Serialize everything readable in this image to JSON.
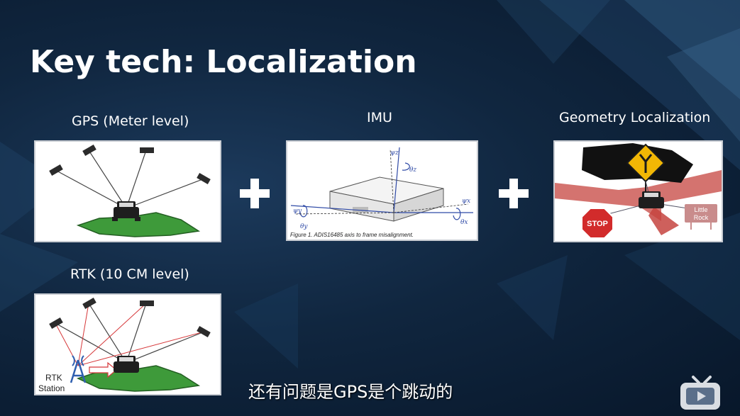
{
  "slide": {
    "title": "Key tech: Localization"
  },
  "panels": {
    "gps": {
      "label": "GPS (Meter level)"
    },
    "imu": {
      "label": "IMU",
      "caption": "Figure 1. ADIS16485 axis to frame misalignment.",
      "axes": {
        "z": "ψz",
        "gz": "θz",
        "y": "ψy",
        "gy": "θy",
        "x": "ψx",
        "gx": "θx"
      }
    },
    "geometry": {
      "label": "Geometry Localization",
      "stop_sign": "STOP",
      "place_sign": [
        "Little",
        "Rock"
      ]
    },
    "rtk": {
      "label": "RTK (10 CM level)",
      "station_label": [
        "RTK",
        "Station"
      ]
    }
  },
  "subtitle": "还有问题是GPS是个跳动的",
  "colors": {
    "background": "#10263f",
    "ground": "#3e9a3a",
    "rtk_link": "#d6383a",
    "sign_yellow": "#f2b705",
    "stop_red": "#d22b2b",
    "arrow_red": "#c6443f"
  },
  "icons": [
    "plus-icon",
    "satellite-icon",
    "car-icon",
    "antenna-icon",
    "tv-logo-icon"
  ]
}
